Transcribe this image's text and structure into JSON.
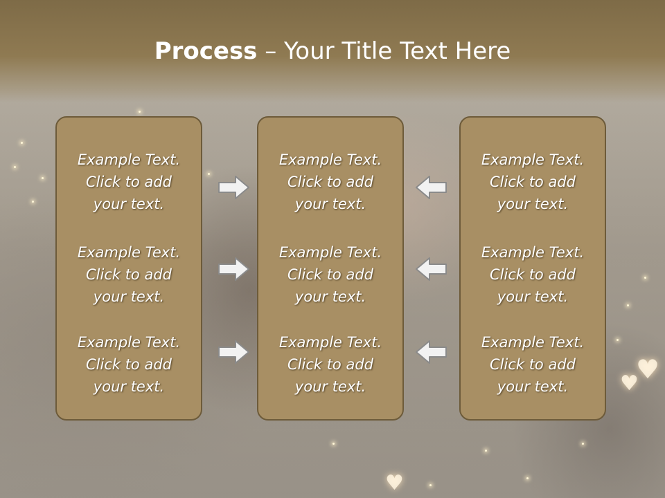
{
  "slide": {
    "title_bold": "Process",
    "title_rest": " – Your Title Text Here"
  },
  "panels": [
    {
      "items": [
        {
          "l1": "Example Text.",
          "l2": "Click  to add",
          "l3": "your text."
        },
        {
          "l1": "Example Text.",
          "l2": "Click  to add",
          "l3": "your text."
        },
        {
          "l1": "Example Text.",
          "l2": "Click  to add",
          "l3": "your text."
        }
      ]
    },
    {
      "items": [
        {
          "l1": "Example Text.",
          "l2": "Click  to add",
          "l3": "your text."
        },
        {
          "l1": "Example Text.",
          "l2": "Click  to add",
          "l3": "your text."
        },
        {
          "l1": "Example Text.",
          "l2": "Click  to add",
          "l3": "your text."
        }
      ]
    },
    {
      "items": [
        {
          "l1": "Example Text.",
          "l2": "Click  to add",
          "l3": "your text."
        },
        {
          "l1": "Example Text.",
          "l2": "Click  to add",
          "l3": "your text."
        },
        {
          "l1": "Example Text.",
          "l2": "Click  to add",
          "l3": "your text."
        }
      ]
    }
  ],
  "icons": {
    "left_arrows": "arrow-right-icon",
    "right_arrows": "arrow-left-icon"
  },
  "colors": {
    "panel_fill": "#a88f64",
    "panel_border": "#6d5b3a",
    "title_band": "#8f7a52",
    "text": "#ffffff"
  }
}
